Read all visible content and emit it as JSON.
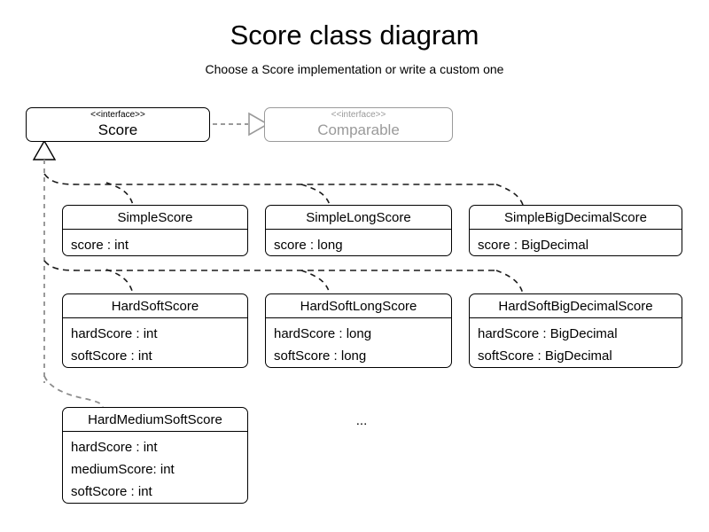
{
  "header": {
    "title": "Score class diagram",
    "subtitle": "Choose a Score implementation or write a custom one"
  },
  "colors": {
    "stroke": "#000000",
    "muted_stroke": "#9a9a9a",
    "trunk": "#9a9a9a",
    "background": "#ffffff"
  },
  "interfaces": {
    "score": {
      "stereotype": "<<interface>>",
      "name": "Score"
    },
    "comparable": {
      "stereotype": "<<interface>>",
      "name": "Comparable"
    }
  },
  "classes": [
    {
      "name": "SimpleScore",
      "attributes": [
        "score : int"
      ]
    },
    {
      "name": "SimpleLongScore",
      "attributes": [
        "score : long"
      ]
    },
    {
      "name": "SimpleBigDecimalScore",
      "attributes": [
        "score : BigDecimal"
      ]
    },
    {
      "name": "HardSoftScore",
      "attributes": [
        "hardScore : int",
        "softScore : int"
      ]
    },
    {
      "name": "HardSoftLongScore",
      "attributes": [
        "hardScore : long",
        "softScore : long"
      ]
    },
    {
      "name": "HardSoftBigDecimalScore",
      "attributes": [
        "hardScore : BigDecimal",
        "softScore : BigDecimal"
      ]
    },
    {
      "name": "HardMediumSoftScore",
      "attributes": [
        "hardScore : int",
        "mediumScore: int",
        "softScore : int"
      ]
    }
  ],
  "notes": {
    "more": "..."
  }
}
